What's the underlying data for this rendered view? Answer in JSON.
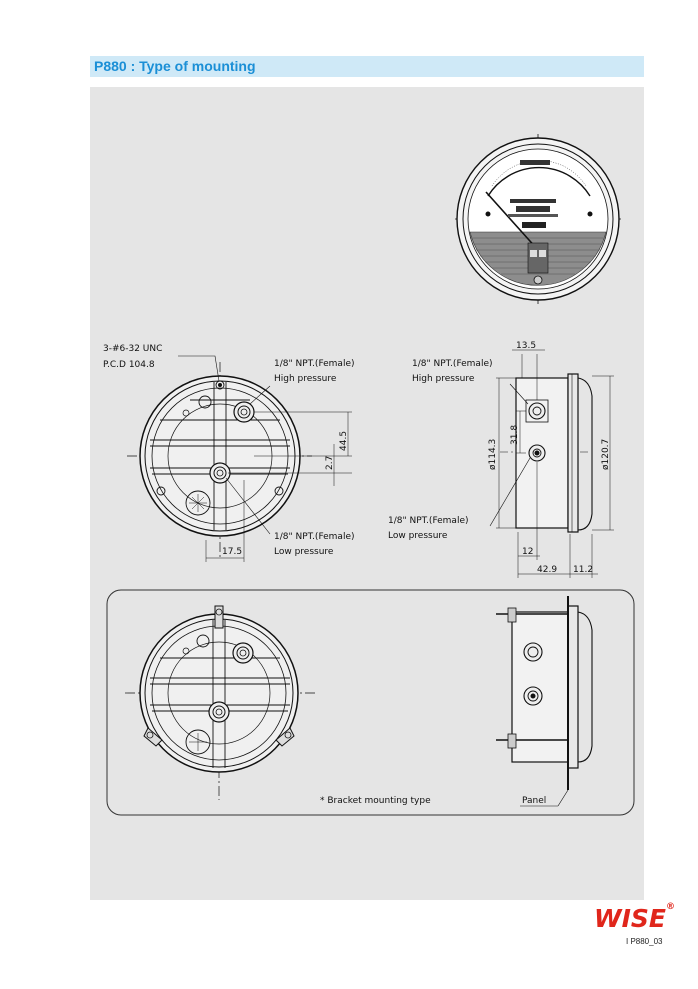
{
  "header": {
    "title": "P880 : Type of mounting"
  },
  "front_view": {
    "screw_label": "3-#6-32  UNC",
    "pcd_label": "P.C.D  104.8",
    "npt_high_label": "1/8\"  NPT.(Female)",
    "high_label": "High  pressure",
    "npt_low_label": "1/8\"  NPT.(Female)",
    "low_label": "Low  pressure",
    "dim_44_5": "44.5",
    "dim_2_7": "2.7",
    "dim_17_5": "17.5"
  },
  "side_view": {
    "npt_high_label": "1/8\"  NPT.(Female)",
    "high_label": "High  pressure",
    "npt_low_label": "1/8\"  NPT.(Female)",
    "low_label": "Low  pressure",
    "dim_13_5": "13.5",
    "dim_31_8": "31.8",
    "dim_114_3": "ø114.3",
    "dim_120_7": "ø120.7",
    "dim_12": "12",
    "dim_42_9": "42.9",
    "dim_11_2": "11.2"
  },
  "bracket": {
    "caption": "*  Bracket  mounting  type",
    "panel_label": "Panel"
  },
  "footer": {
    "logo": "WISE",
    "reg_mark": "®",
    "page_code": "I  P880_03"
  },
  "colors": {
    "title_bg": "#cfe9f7",
    "title_text": "#1b8fd6",
    "panel_bg": "#e5e5e5",
    "logo": "#e0261b"
  }
}
